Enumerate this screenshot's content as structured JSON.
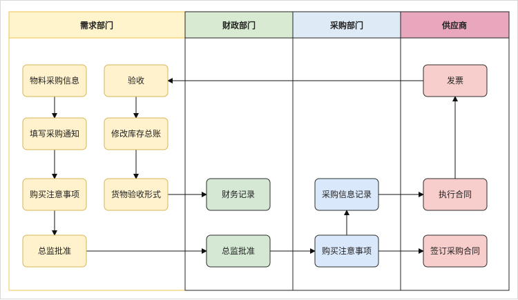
{
  "lanes": [
    {
      "title": "需求部门",
      "header_fill": "#fff4cc",
      "body_fill": "#ffffff",
      "stroke": "#f0c34a"
    },
    {
      "title": "财政部门",
      "header_fill": "#d9ead3",
      "body_fill": "#ffffff",
      "stroke": "#222222"
    },
    {
      "title": "采购部门",
      "header_fill": "#deebf7",
      "body_fill": "#ffffff",
      "stroke": "#222222"
    },
    {
      "title": "供应商",
      "header_fill": "#e8a7bd",
      "body_fill": "#ffffff",
      "stroke": "#222222"
    }
  ],
  "nodes": [
    {
      "id": "n1",
      "label": "物料采购信息",
      "fill": "#fff2cc",
      "stroke": "#d6b656"
    },
    {
      "id": "n2",
      "label": "填写采购通知",
      "fill": "#fff2cc",
      "stroke": "#d6b656"
    },
    {
      "id": "n3",
      "label": "购买注意事项",
      "fill": "#fff2cc",
      "stroke": "#d6b656"
    },
    {
      "id": "n4",
      "label": "总监批准",
      "fill": "#fff2cc",
      "stroke": "#d6b656"
    },
    {
      "id": "n5",
      "label": "验收",
      "fill": "#fff2cc",
      "stroke": "#d6b656"
    },
    {
      "id": "n6",
      "label": "修改库存总账",
      "fill": "#fff2cc",
      "stroke": "#d6b656"
    },
    {
      "id": "n7",
      "label": "货物验收形式",
      "fill": "#fff2cc",
      "stroke": "#d6b656"
    },
    {
      "id": "n8",
      "label": "财务记录",
      "fill": "#d5e8d4",
      "stroke": "#2b2b2b"
    },
    {
      "id": "n9",
      "label": "总监批准",
      "fill": "#d5e8d4",
      "stroke": "#2b2b2b"
    },
    {
      "id": "n10",
      "label": "采购信息记录",
      "fill": "#dae8fc",
      "stroke": "#2b2b2b"
    },
    {
      "id": "n11",
      "label": "购买注意事项",
      "fill": "#dae8fc",
      "stroke": "#2b2b2b"
    },
    {
      "id": "n12",
      "label": "发票",
      "fill": "#f8cecc",
      "stroke": "#2b2b2b"
    },
    {
      "id": "n13",
      "label": "执行合同",
      "fill": "#f8cecc",
      "stroke": "#2b2b2b"
    },
    {
      "id": "n14",
      "label": "签订采购合同",
      "fill": "#f8cecc",
      "stroke": "#2b2b2b"
    }
  ],
  "edges": [
    {
      "from": "n1",
      "to": "n2"
    },
    {
      "from": "n2",
      "to": "n3"
    },
    {
      "from": "n3",
      "to": "n4"
    },
    {
      "from": "n4",
      "to": "n9"
    },
    {
      "from": "n9",
      "to": "n11"
    },
    {
      "from": "n11",
      "to": "n14"
    },
    {
      "from": "n11",
      "to": "n10"
    },
    {
      "from": "n10",
      "to": "n13"
    },
    {
      "from": "n13",
      "to": "n12"
    },
    {
      "from": "n12",
      "to": "n5"
    },
    {
      "from": "n5",
      "to": "n6"
    },
    {
      "from": "n6",
      "to": "n7"
    },
    {
      "from": "n7",
      "to": "n8"
    }
  ]
}
